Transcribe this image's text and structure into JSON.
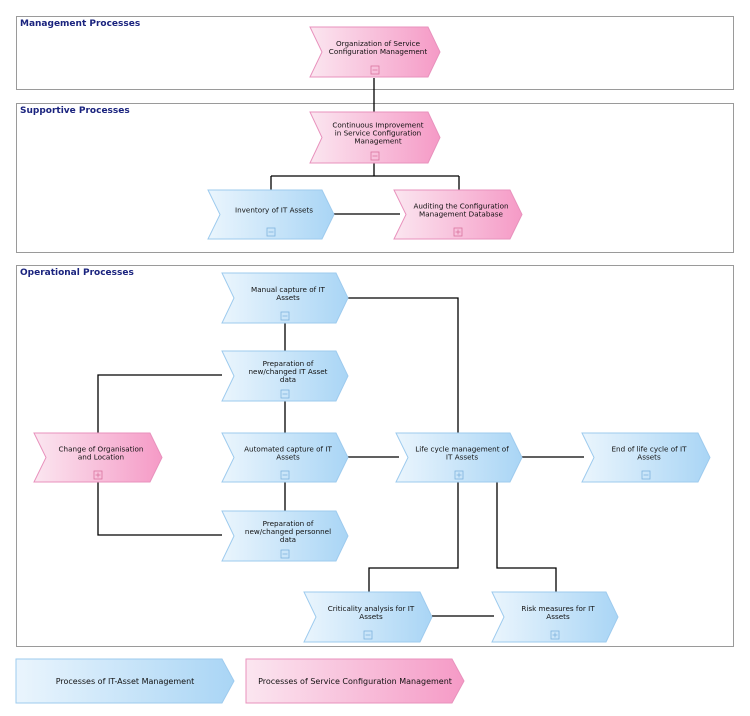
{
  "sections": [
    {
      "id": "management",
      "title": "Management Processes"
    },
    {
      "id": "supportive",
      "title": "Supportive Processes"
    },
    {
      "id": "operational",
      "title": "Operational Processes"
    }
  ],
  "processes": [
    {
      "id": "org",
      "lines": [
        "Organization of Service",
        "Configuration Management"
      ],
      "color": "pink",
      "icon": "collapse"
    },
    {
      "id": "ci",
      "lines": [
        "Continuous Improvement",
        "in Service Configuration",
        "Management"
      ],
      "color": "pink",
      "icon": "collapse"
    },
    {
      "id": "inv",
      "lines": [
        "Inventory of IT Assets"
      ],
      "color": "blue",
      "icon": "collapse"
    },
    {
      "id": "aud",
      "lines": [
        "Auditing the Configuration",
        "Management Database"
      ],
      "color": "pink",
      "icon": "expand"
    },
    {
      "id": "man",
      "lines": [
        "Manual capture of IT",
        "Assets"
      ],
      "color": "blue",
      "icon": "collapse"
    },
    {
      "id": "prep",
      "lines": [
        "Preparation of",
        "new/changed IT Asset",
        "data"
      ],
      "color": "blue",
      "icon": "collapse"
    },
    {
      "id": "chg",
      "lines": [
        "Change of Organisation",
        "and Location"
      ],
      "color": "pink",
      "icon": "expand"
    },
    {
      "id": "auto",
      "lines": [
        "Automated capture of IT",
        "Assets"
      ],
      "color": "blue",
      "icon": "collapse"
    },
    {
      "id": "life",
      "lines": [
        "Life cycle management of",
        "IT Assets"
      ],
      "color": "blue",
      "icon": "expand"
    },
    {
      "id": "end",
      "lines": [
        "End of life cycle of IT",
        "Assets"
      ],
      "color": "blue",
      "icon": "collapse"
    },
    {
      "id": "pers",
      "lines": [
        "Preparation of",
        "new/changed personnel",
        "data"
      ],
      "color": "blue",
      "icon": "collapse"
    },
    {
      "id": "crit",
      "lines": [
        "Criticality analysis for IT",
        "Assets"
      ],
      "color": "blue",
      "icon": "collapse"
    },
    {
      "id": "risk",
      "lines": [
        "Risk measures for IT",
        "Assets"
      ],
      "color": "blue",
      "icon": "expand"
    }
  ],
  "legend": [
    {
      "label": "Processes of IT-Asset Management",
      "color": "blue"
    },
    {
      "label": "Processes of Service Configuration Management",
      "color": "pink"
    }
  ]
}
